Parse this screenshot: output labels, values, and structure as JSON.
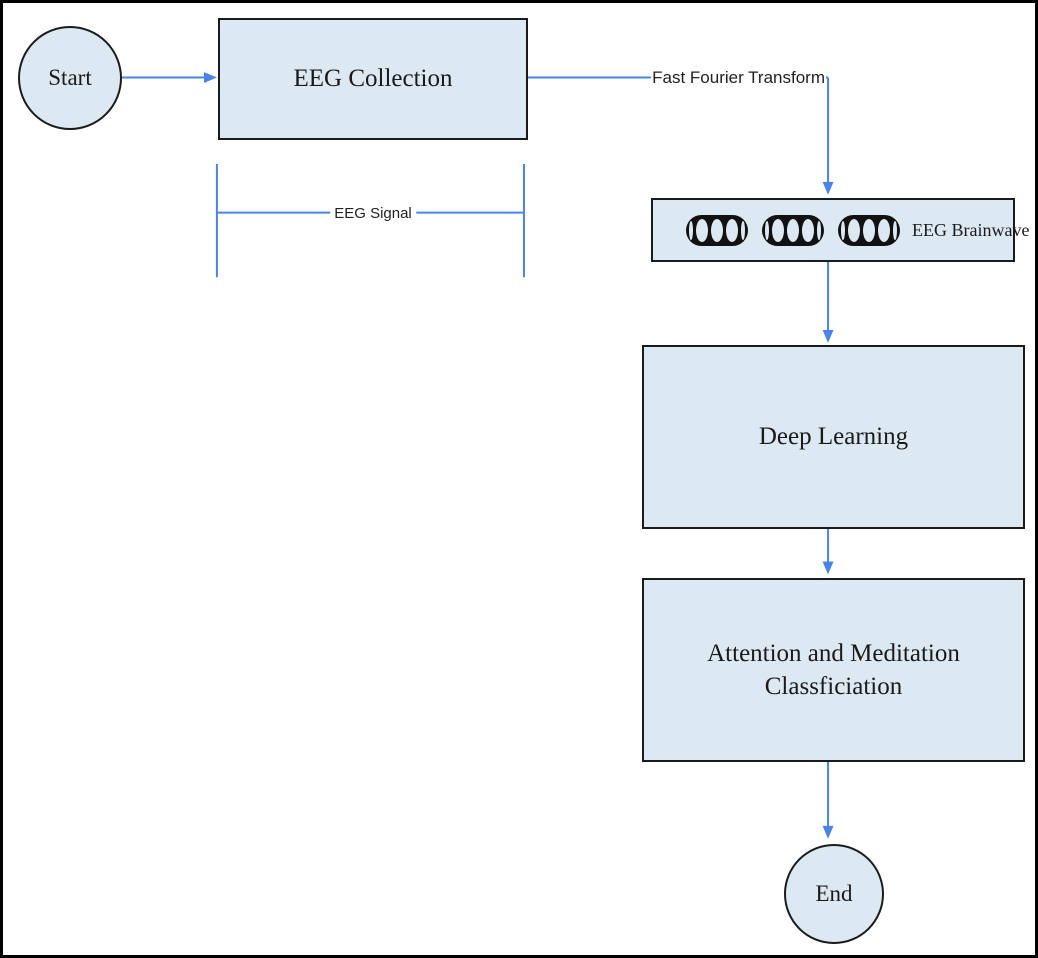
{
  "colors": {
    "node_fill": "#dde9f2",
    "node_border": "#1b1b1b",
    "connector": "#4a84e8",
    "text": "#1a1a1a",
    "frame": "#000000",
    "canvas_bg": "#ffffff"
  },
  "nodes": {
    "start": {
      "label": "Start"
    },
    "eeg_collection": {
      "label": "EEG Collection"
    },
    "eeg_brainwave": {
      "label": "EEG Brainwave"
    },
    "deep_learning": {
      "label": "Deep Learning"
    },
    "attention_meditation": {
      "line1": "Attention and Meditation",
      "line2": "Classficiation"
    },
    "end": {
      "label": "End"
    }
  },
  "edge_labels": {
    "fast_fourier_transform": "Fast Fourier Transform",
    "eeg_signal": "EEG Signal"
  },
  "brainwave_icons": {
    "coil_count": 3,
    "ovals_per_coil": 3
  }
}
